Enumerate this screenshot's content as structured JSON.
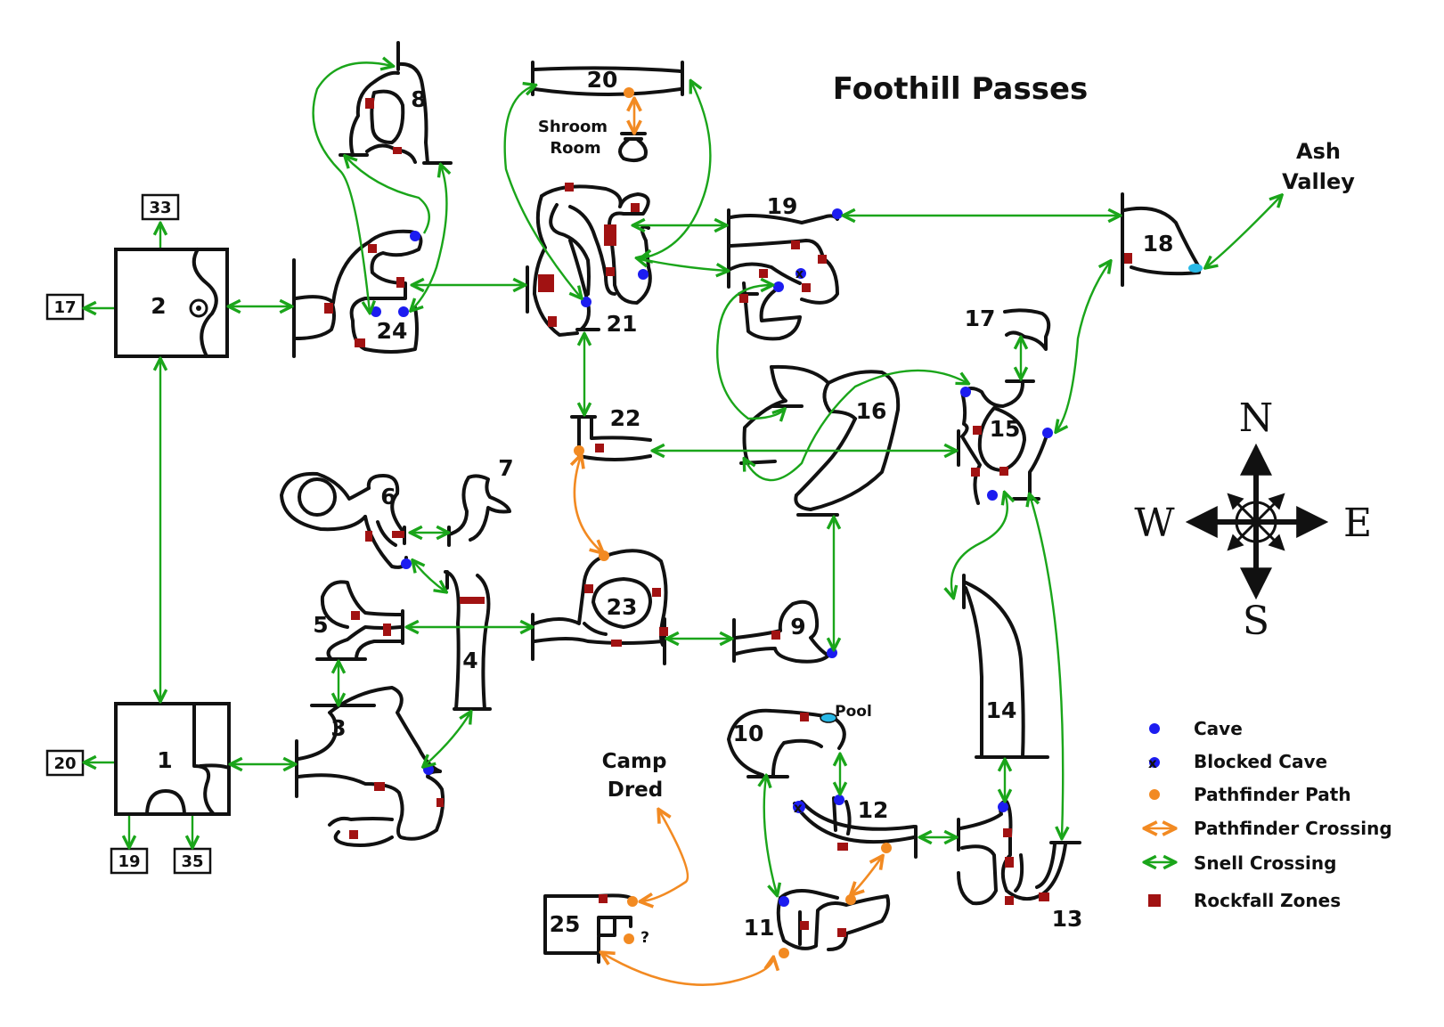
{
  "map": {
    "title": "Foothill Passes",
    "rooms": [
      "1",
      "2",
      "3",
      "4",
      "5",
      "6",
      "7",
      "8",
      "9",
      "10",
      "11",
      "12",
      "13",
      "14",
      "15",
      "16",
      "17",
      "18",
      "19",
      "20",
      "21",
      "22",
      "23",
      "24",
      "25"
    ],
    "exits": {
      "north": "33",
      "west_of_2": "17",
      "west_of_1": "20",
      "south_a": "19",
      "south_b": "35"
    },
    "places": {
      "ash_valley_1": "Ash",
      "ash_valley_2": "Valley",
      "camp_dred_1": "Camp",
      "camp_dred_2": "Dred",
      "shroom_1": "Shroom",
      "shroom_2": "Room",
      "pool": "Pool",
      "unknown": "?"
    },
    "compass": {
      "north": "N",
      "south": "S",
      "east": "E",
      "west": "W"
    },
    "legend": [
      {
        "key": "cave",
        "label": "Cave",
        "color": "#1c1cf0"
      },
      {
        "key": "blocked",
        "label": "Blocked Cave",
        "color": "#1c1cf0"
      },
      {
        "key": "pf_path",
        "label": "Pathfinder Path",
        "color": "#f28a22"
      },
      {
        "key": "pf_cross",
        "label": "Pathfinder Crossing",
        "color": "#f28a22"
      },
      {
        "key": "snell",
        "label": "Snell Crossing",
        "color": "#1aa51a"
      },
      {
        "key": "rockfall",
        "label": "Rockfall Zones",
        "color": "#a11212"
      }
    ]
  }
}
